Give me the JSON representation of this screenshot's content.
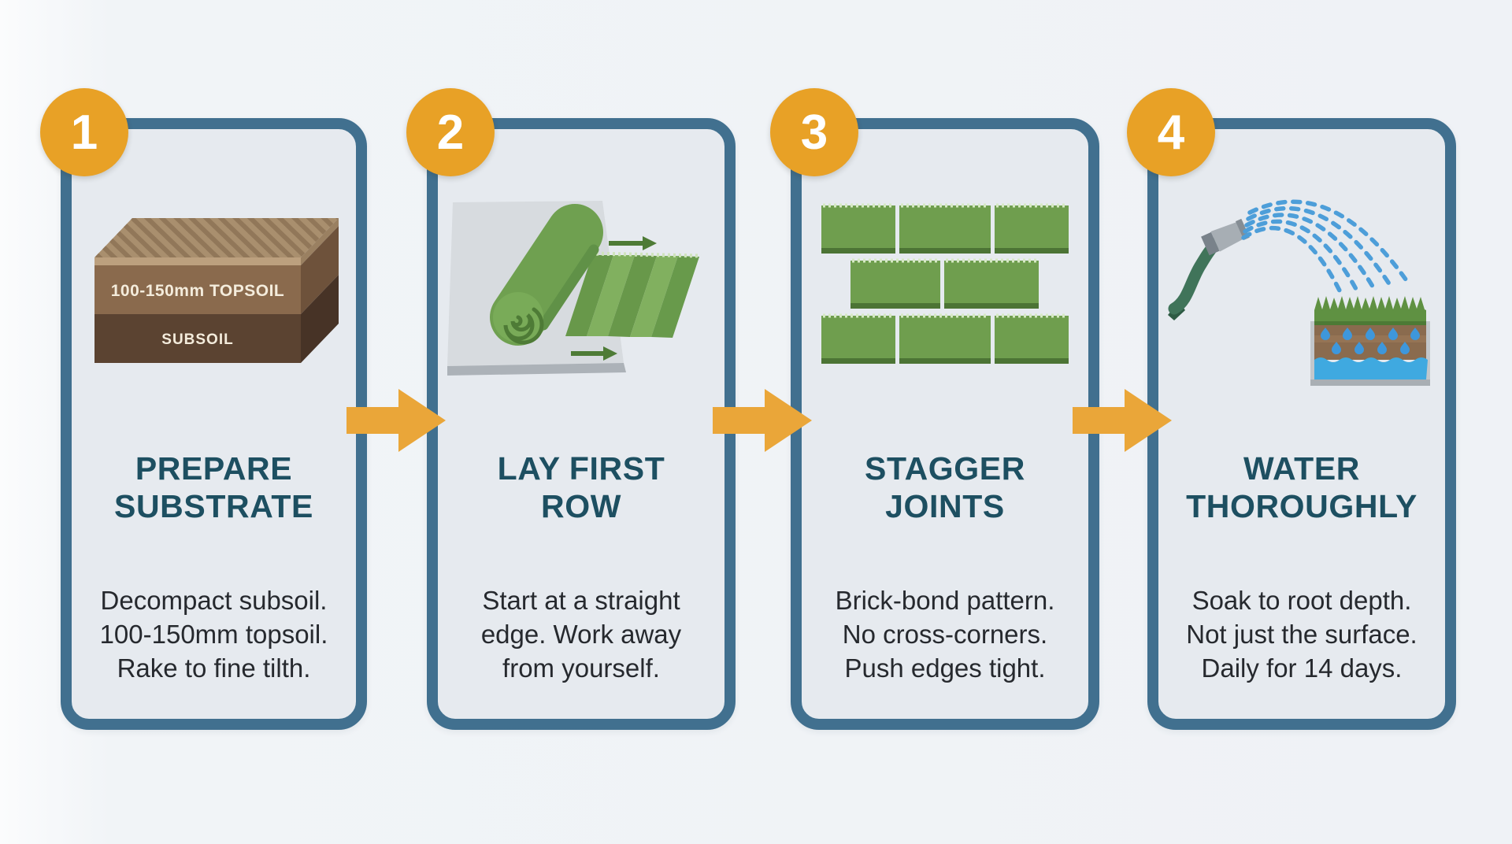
{
  "infographic": {
    "subject": "laying-turf-steps",
    "step_count": "4"
  },
  "theme": {
    "page_bg": "#f1f4f7",
    "card_bg": "#e6eaef",
    "card_border": "#41708f",
    "badge_bg": "#e8a126",
    "badge_text": "#ffffff",
    "title_color": "#1d4f61",
    "body_color": "#26292e",
    "flow_arrow_color": "#eaa639",
    "turf_green": "#6f9e4e",
    "turf_green_dark": "#4c7435",
    "turf_green_light": "#81b05f",
    "topsoil_brown": "#8a6a4d",
    "subsoil_brown": "#5b4331",
    "water_blue": "#3fa9e0",
    "spray_blue": "#4d9ed9",
    "slab_gray": "#d7dbdf"
  },
  "steps": [
    {
      "number": "1",
      "title": "PREPARE\nSUBSTRATE",
      "body": "Decompact subsoil.\n100-150mm topsoil.\nRake to fine tilth.",
      "illustration": "soil-layers-icon",
      "labels": {
        "topsoil": "100-150mm TOPSOIL",
        "subsoil": "SUBSOIL"
      }
    },
    {
      "number": "2",
      "title": "LAY FIRST\nROW",
      "body": "Start at a straight\nedge. Work away\nfrom yourself.",
      "illustration": "turf-roll-icon"
    },
    {
      "number": "3",
      "title": "STAGGER\nJOINTS",
      "body": "Brick-bond pattern.\nNo cross-corners.\nPush edges tight.",
      "illustration": "brick-bond-icon"
    },
    {
      "number": "4",
      "title": "WATER\nTHOROUGHLY",
      "body": "Soak to root depth.\nNot just the surface.\nDaily for 14 days.",
      "illustration": "watering-icon"
    }
  ]
}
